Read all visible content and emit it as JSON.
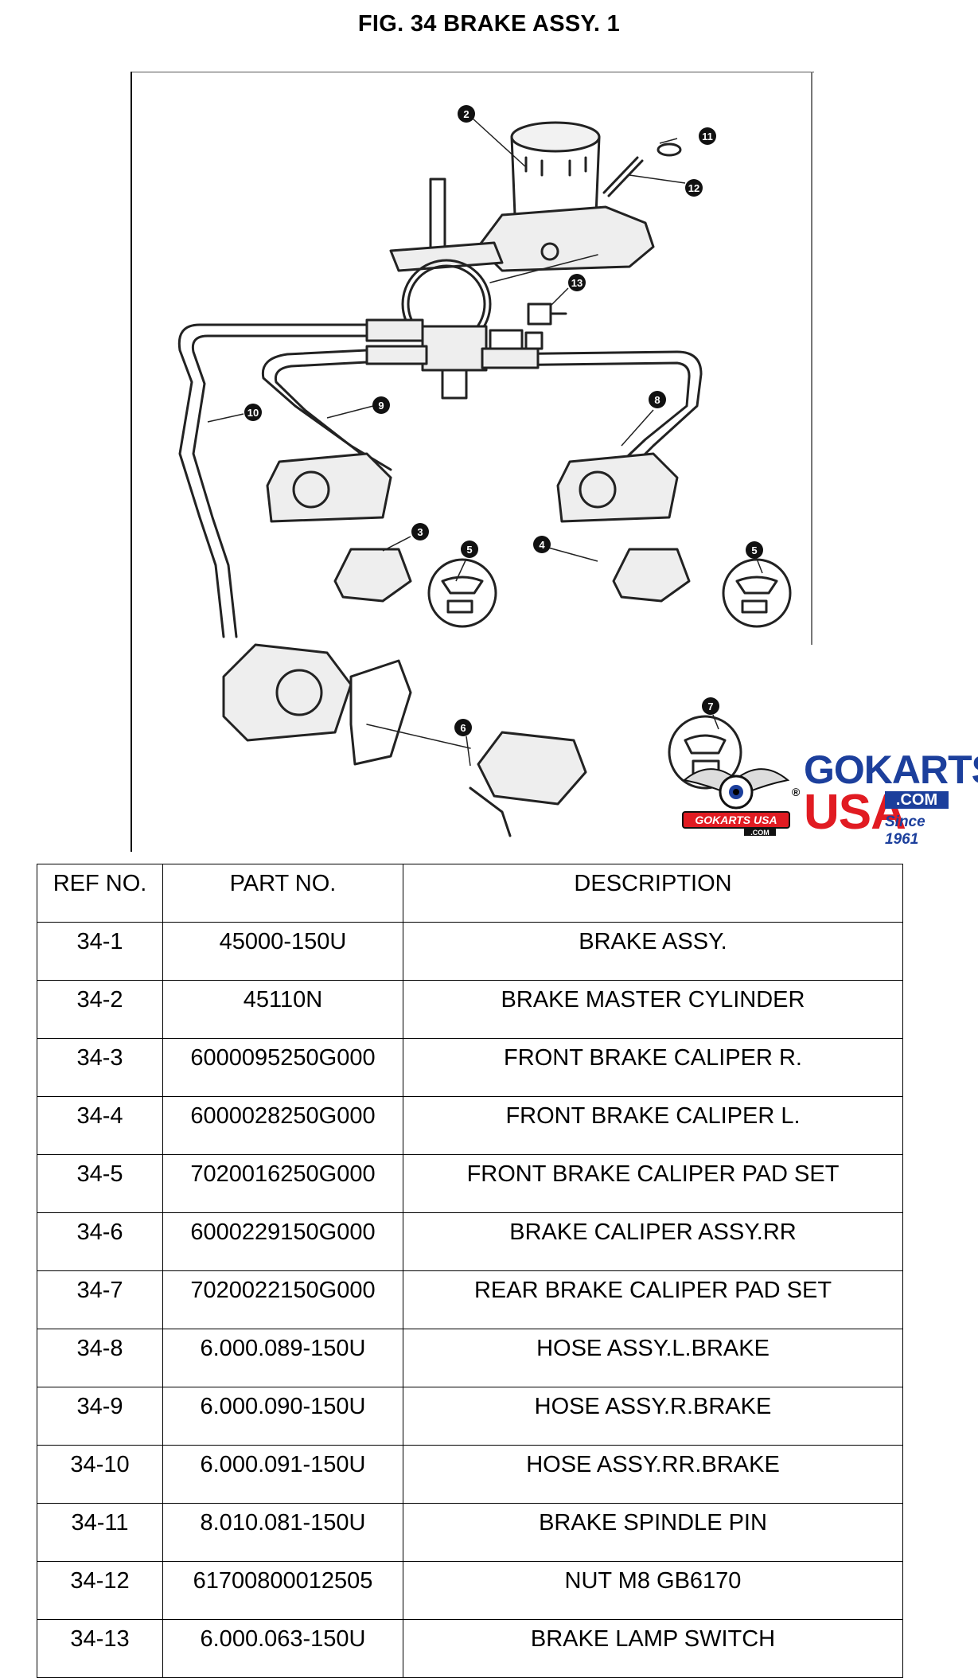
{
  "title": "FIG. 34 BRAKE ASSY. 1",
  "diagram": {
    "callouts": [
      "2",
      "11",
      "12",
      "13",
      "10",
      "9",
      "8",
      "3",
      "4",
      "5",
      "5",
      "6",
      "7"
    ]
  },
  "logo": {
    "brand_top": "GOKARTS",
    "brand_bottom": "USA",
    "domain": ".COM",
    "since": "Since 1961",
    "badge_text": "GOKARTS USA",
    "badge_sub": ".COM",
    "registered": "®"
  },
  "table": {
    "headers": [
      "REF NO.",
      "PART NO.",
      "DESCRIPTION"
    ],
    "rows": [
      [
        "34-1",
        "45000-150U",
        "BRAKE ASSY."
      ],
      [
        "34-2",
        "45110N",
        "BRAKE MASTER CYLINDER"
      ],
      [
        "34-3",
        "6000095250G000",
        "FRONT BRAKE CALIPER R."
      ],
      [
        "34-4",
        "6000028250G000",
        "FRONT BRAKE CALIPER L."
      ],
      [
        "34-5",
        "7020016250G000",
        "FRONT BRAKE CALIPER PAD SET"
      ],
      [
        "34-6",
        "6000229150G000",
        "BRAKE CALIPER ASSY.RR"
      ],
      [
        "34-7",
        "7020022150G000",
        "REAR BRAKE CALIPER PAD SET"
      ],
      [
        "34-8",
        "6.000.089-150U",
        "HOSE ASSY.L.BRAKE"
      ],
      [
        "34-9",
        "6.000.090-150U",
        "HOSE ASSY.R.BRAKE"
      ],
      [
        "34-10",
        "6.000.091-150U",
        "HOSE ASSY.RR.BRAKE"
      ],
      [
        "34-11",
        "8.010.081-150U",
        "BRAKE SPINDLE PIN"
      ],
      [
        "34-12",
        "61700800012505",
        "NUT M8 GB6170"
      ],
      [
        "34-13",
        "6.000.063-150U",
        "BRAKE LAMP SWITCH"
      ]
    ]
  },
  "colors": {
    "brand_blue": "#1c3f9c",
    "brand_red": "#e11b22"
  }
}
